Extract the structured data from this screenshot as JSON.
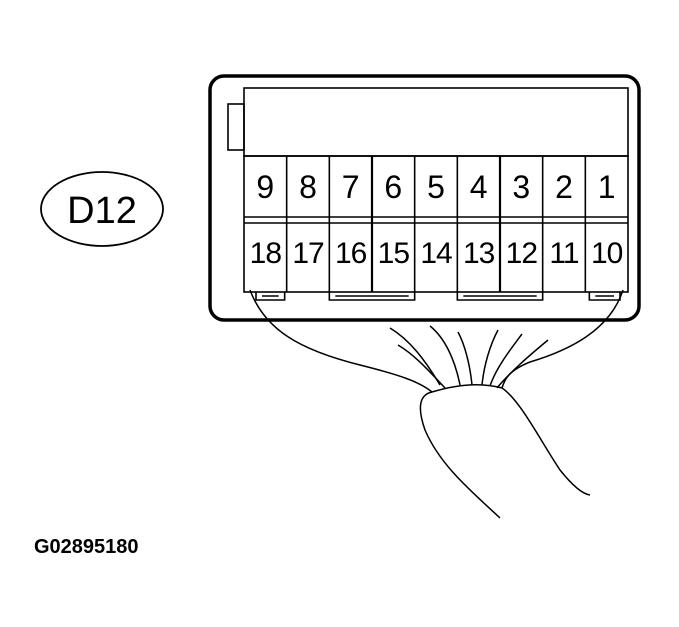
{
  "connector": {
    "label": "D12",
    "top_row": [
      "9",
      "8",
      "7",
      "6",
      "5",
      "4",
      "3",
      "2",
      "1"
    ],
    "bottom_row": [
      "18",
      "17",
      "16",
      "15",
      "14",
      "13",
      "12",
      "11",
      "10"
    ]
  },
  "figure_id": "G02895180"
}
